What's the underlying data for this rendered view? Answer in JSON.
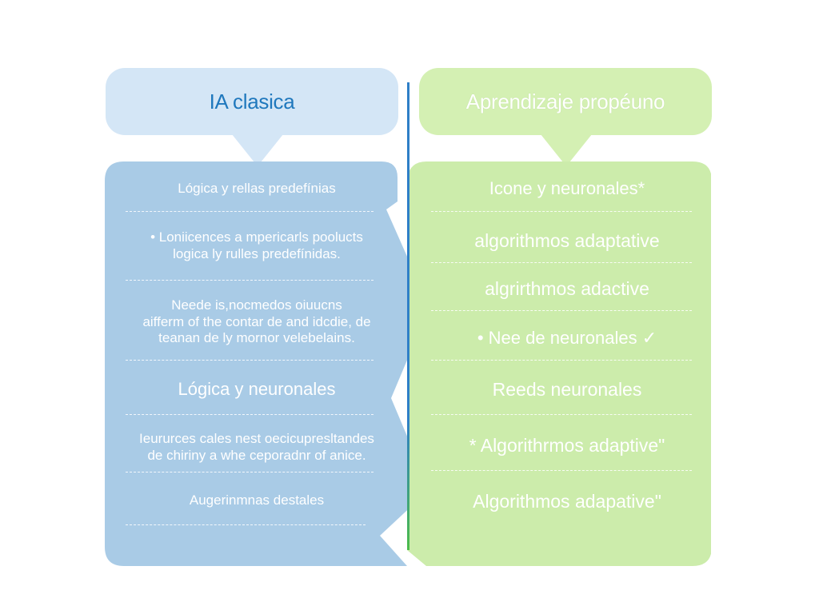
{
  "left": {
    "title": "IA clasica",
    "rows": [
      "Lógica y rellas predefínias",
      "• Loniicences a mpericarls poolucts\nlogica ly rulles predefínidas.",
      "Neede is,nocmedos oiuucns\naifferm of the contar de and idcdie, de\nteanan de ly mornor velebelains.",
      "Lógica y neuronales",
      "Ieururces cales nest oecicupresltandes\nde chiriny a whe ceporadnr of anice.",
      "Augerinmnas destales"
    ]
  },
  "right": {
    "title": "Aprendizaje propéuno",
    "rows": [
      "Icone y neuronales*",
      "algorithmos adaptative",
      "algrirthmos adactive",
      "• Nee de neuronales ✓",
      "Reeds neuronales",
      "* Algorithrmos adaptive\"",
      "Algorithmos adapative\""
    ]
  },
  "colors": {
    "left_header_bg": "#d4e6f6",
    "left_panel": "#a9cbe6",
    "left_title": "#1f78bd",
    "right_header_bg": "#d4f0b3",
    "right_panel": "#ccecab",
    "divider_top": "#2f7fc7",
    "divider_bottom": "#4cbc4a"
  }
}
